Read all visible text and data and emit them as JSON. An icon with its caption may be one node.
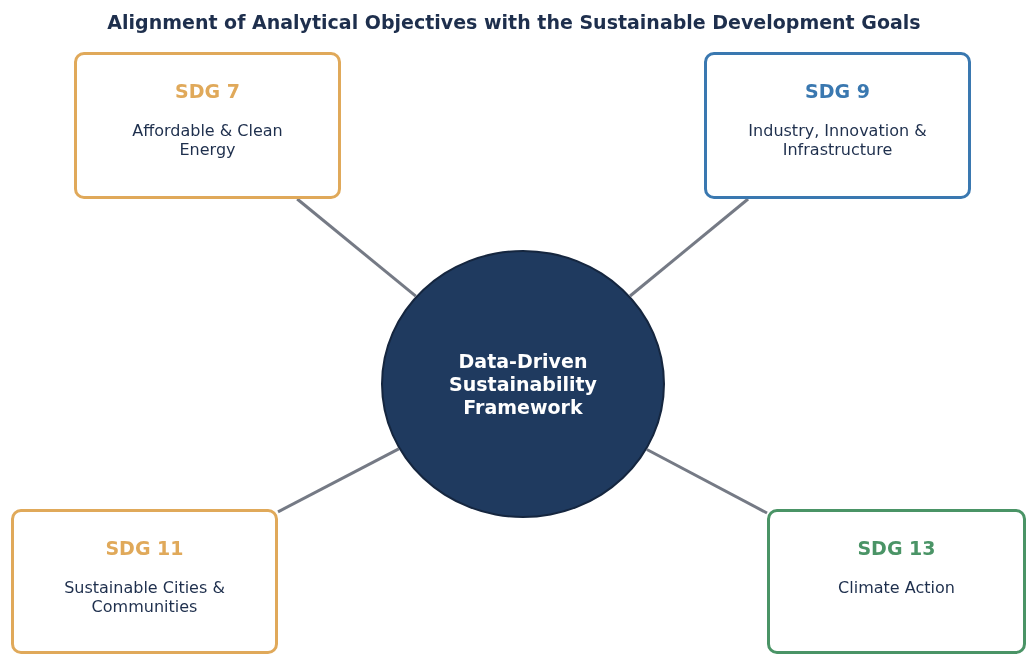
{
  "diagram": {
    "title": "Alignment of Analytical Objectives with the Sustainable Development Goals",
    "nodes": [
      {
        "text": [
          "SDG 7",
          "Affordable & Clean Energy"
        ]
      },
      {
        "text": [
          "SDG 9",
          "Industry, Innovation & Infrastructure"
        ]
      },
      {
        "text": [
          "Data-Driven Sustainability Framework"
        ]
      },
      {
        "text": [
          "SDG 11",
          "Sustainable Cities & Communities"
        ]
      },
      {
        "text": [
          "SDG 13",
          "Climate Action"
        ]
      }
    ],
    "edges": [
      {
        "from": 0,
        "to": 2,
        "arrow": "none"
      },
      {
        "from": 1,
        "to": 2,
        "arrow": "none"
      },
      {
        "from": 3,
        "to": 2,
        "arrow": "none"
      },
      {
        "from": 4,
        "to": 2,
        "arrow": "none"
      }
    ]
  }
}
